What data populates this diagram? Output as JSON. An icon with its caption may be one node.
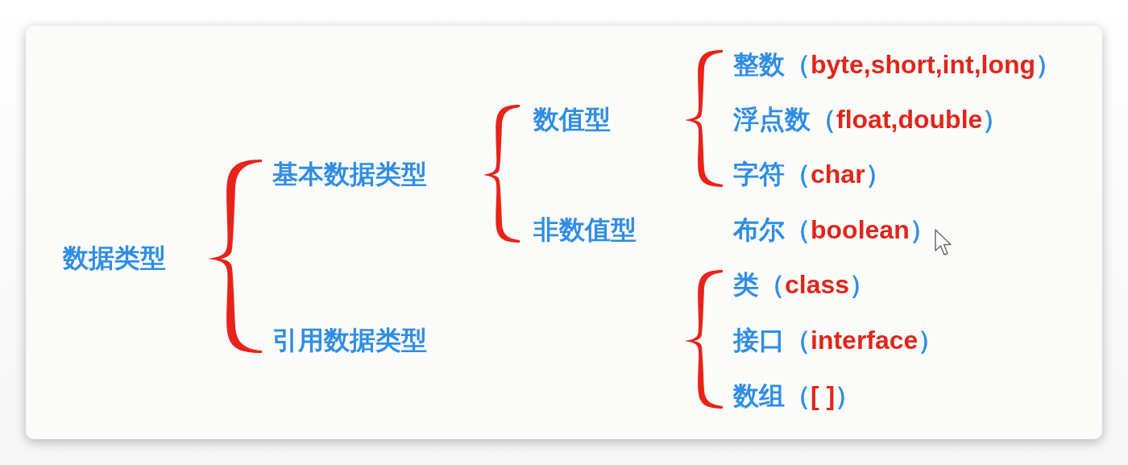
{
  "diagram": {
    "nodes": [
      {
        "text": [],
        "shape": "brace"
      },
      {
        "text": [],
        "shape": "brace"
      },
      {
        "text": [],
        "shape": "brace"
      },
      {
        "text": [],
        "shape": "brace"
      }
    ],
    "labels": [
      "数据类型",
      "基本数据类型",
      "数值型",
      "整数（**byte,short,int,long**）",
      "浮点数（**float,double**）",
      "字符（**char**）",
      "非数值型",
      "布尔（**boolean**）",
      "引用数据类型",
      "类（**class**）",
      "接口（**interface**）",
      "数组（**[ ]**）"
    ]
  }
}
